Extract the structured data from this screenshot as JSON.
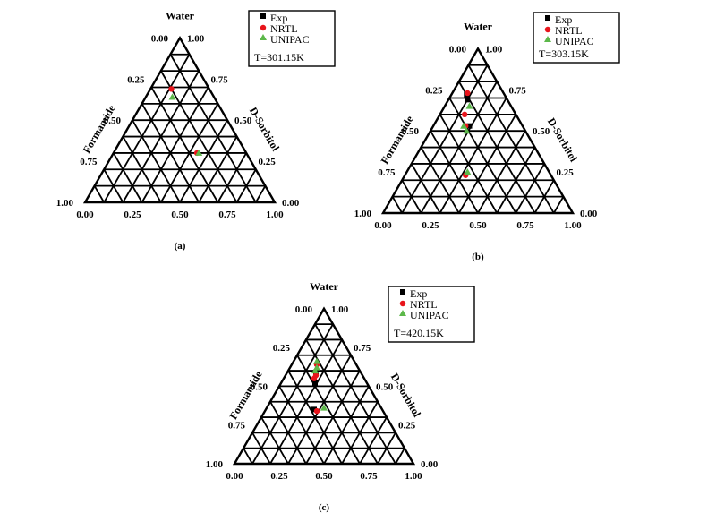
{
  "chart_data": [
    {
      "type": "scatter",
      "subtype": "ternary",
      "caption": "(a)",
      "apex_labels": {
        "top": "Water",
        "left": "Formamide",
        "right": "D-Sorbitol"
      },
      "bottom_ticks": [
        "0.00",
        "0.25",
        "0.50",
        "0.75",
        "1.00"
      ],
      "left_ticks": [
        "0.00",
        "0.25",
        "0.50",
        "0.75",
        "1.00"
      ],
      "right_ticks": [
        "1.00",
        "0.75",
        "0.50",
        "0.25",
        "0.00"
      ],
      "legend": {
        "entries": [
          "Exp",
          "NRTL",
          "UNIPAC"
        ],
        "temperature": "T=301.15K"
      },
      "series": [
        {
          "name": "Exp",
          "marker": "square",
          "color": "#000000",
          "points": []
        },
        {
          "name": "NRTL",
          "marker": "circle",
          "color": "#e8141b",
          "points": [
            [
              0.69,
              0.11
            ],
            [
              0.3,
              0.44
            ]
          ]
        },
        {
          "name": "UNIPAC",
          "marker": "triangle",
          "color": "#5cb84a",
          "points": [
            [
              0.64,
              0.14
            ],
            [
              0.3,
              0.45
            ]
          ]
        }
      ]
    },
    {
      "type": "scatter",
      "subtype": "ternary",
      "caption": "(b)",
      "apex_labels": {
        "top": "Water",
        "left": "Formamide",
        "right": "D-Sorbitol"
      },
      "bottom_ticks": [
        "0.00",
        "0.25",
        "0.50",
        "0.75",
        "1.00"
      ],
      "left_ticks": [
        "0.00",
        "0.25",
        "0.50",
        "0.75",
        "1.00"
      ],
      "right_ticks": [
        "1.00",
        "0.75",
        "0.50",
        "0.25",
        "0.00"
      ],
      "legend": {
        "entries": [
          "Exp",
          "NRTL",
          "UNIPAC"
        ],
        "temperature": "T=303.15K"
      },
      "series": [
        {
          "name": "Exp",
          "marker": "square",
          "color": "#000000",
          "points": [
            [
              0.72,
              0.08
            ],
            [
              0.69,
              0.1
            ],
            [
              0.53,
              0.19
            ]
          ]
        },
        {
          "name": "NRTL",
          "marker": "circle",
          "color": "#e8141b",
          "points": [
            [
              0.73,
              0.08
            ],
            [
              0.6,
              0.13
            ],
            [
              0.53,
              0.17
            ],
            [
              0.23,
              0.32
            ]
          ]
        },
        {
          "name": "UNIPAC",
          "marker": "triangle",
          "color": "#5cb84a",
          "points": [
            [
              0.65,
              0.13
            ],
            [
              0.53,
              0.16
            ],
            [
              0.5,
              0.19
            ],
            [
              0.25,
              0.32
            ]
          ]
        }
      ]
    },
    {
      "type": "scatter",
      "subtype": "ternary",
      "caption": "(c)",
      "apex_labels": {
        "top": "Water",
        "left": "Formamide",
        "right": "D-Sorbitol"
      },
      "bottom_ticks": [
        "0.00",
        "0.25",
        "0.50",
        "0.75",
        "1.00"
      ],
      "left_ticks": [
        "0.00",
        "0.25",
        "0.50",
        "0.75",
        "1.00"
      ],
      "right_ticks": [
        "1.00",
        "0.75",
        "0.50",
        "0.25",
        "0.00"
      ],
      "legend": {
        "entries": [
          "Exp",
          "NRTL",
          "UNIPAC"
        ],
        "temperature": "T=420.15K"
      },
      "series": [
        {
          "name": "Exp",
          "marker": "square",
          "color": "#000000",
          "points": [
            [
              0.59,
              0.16
            ],
            [
              0.52,
              0.19
            ],
            [
              0.35,
              0.27
            ]
          ]
        },
        {
          "name": "NRTL",
          "marker": "circle",
          "color": "#e8141b",
          "points": [
            [
              0.64,
              0.14
            ],
            [
              0.57,
              0.17
            ],
            [
              0.55,
              0.17
            ],
            [
              0.34,
              0.29
            ]
          ]
        },
        {
          "name": "UNIPAC",
          "marker": "triangle",
          "color": "#5cb84a",
          "points": [
            [
              0.66,
              0.13
            ],
            [
              0.62,
              0.15
            ],
            [
              0.6,
              0.15
            ],
            [
              0.36,
              0.32
            ]
          ]
        }
      ]
    }
  ]
}
